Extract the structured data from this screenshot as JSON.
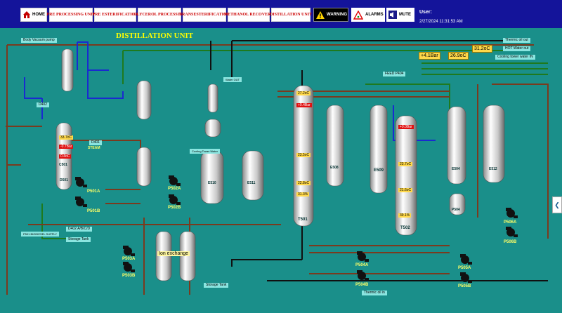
{
  "nav": {
    "home": "HOME",
    "tabs": [
      "PRE PROCESSING UNIT",
      "PRE ESTERIFICATION",
      "GLYCEROL PROCESSING",
      "TRANSESTERIFICATION",
      "METHANOL RECOVERY",
      "DISTILLATION UNIT"
    ],
    "warning": "WARNING",
    "alarms": "ALARMS",
    "mute": "MUTE"
  },
  "user": {
    "label": "User:",
    "datetime": "2/27/2024 11:31:53 AM"
  },
  "title": "DISTILLATION UNIT",
  "tags": {
    "vacuum_pump": "Body Vacuum pump",
    "thermic_oil_out": "Thermic oil out",
    "hot_water_out": "HOT Water out",
    "cooling_tower_in": "Cooling tower water IN",
    "feed": "FEED P404",
    "d402": "D402",
    "d401": "D401",
    "steam": "STEAM",
    "d402_abc": "D402 A/B/C/D",
    "storage1": "Storage Tank",
    "storage2": "Storage Tank",
    "thermic_oil_in": "Thermic oil in",
    "water_out": "Water OUT",
    "cooling_tower_out": "Cooling Tower Water",
    "side_left": "P501 BIODIESEL SUPPLY",
    "ion_exchange": "Ion exchange"
  },
  "readings": {
    "p1": "+4.1Bar",
    "p2": "26.9oC",
    "p3": "31.2oC",
    "c501_a": "33.7oC",
    "c501_b": "-0.7Bar",
    "c501_c": "0.4oC",
    "t501_top": "27.2oC",
    "t501_p": "+0.4Bar",
    "t501_mid": "23.5oC",
    "t501_low": "22.8oC",
    "t501_bot": "31.3%",
    "t502_p": "+0.0Bar",
    "t502_mid": "23.7oC",
    "t502_low": "21.6oC",
    "t502_bot": "39.1%"
  },
  "equipment": {
    "c501": "C501",
    "d501": "D501",
    "t501": "T501",
    "t502": "T502",
    "e508": "E508",
    "e509": "E509",
    "e510": "E510",
    "e511": "E511",
    "e504": "E504",
    "e512": "E512",
    "p504": "P504"
  },
  "pumps": [
    "P501A",
    "P501B",
    "P502A",
    "P502B",
    "P503A",
    "P503B",
    "P504A",
    "P504B",
    "P505A",
    "P505B",
    "P506A",
    "P506B"
  ],
  "colors": {
    "background": "#1a8f8a",
    "topbar": "#14149a",
    "pipe_brown": "#7a3a1e",
    "pipe_green": "#1e7a1e",
    "pipe_blue": "#1a2ad0",
    "pipe_black": "#101010"
  }
}
